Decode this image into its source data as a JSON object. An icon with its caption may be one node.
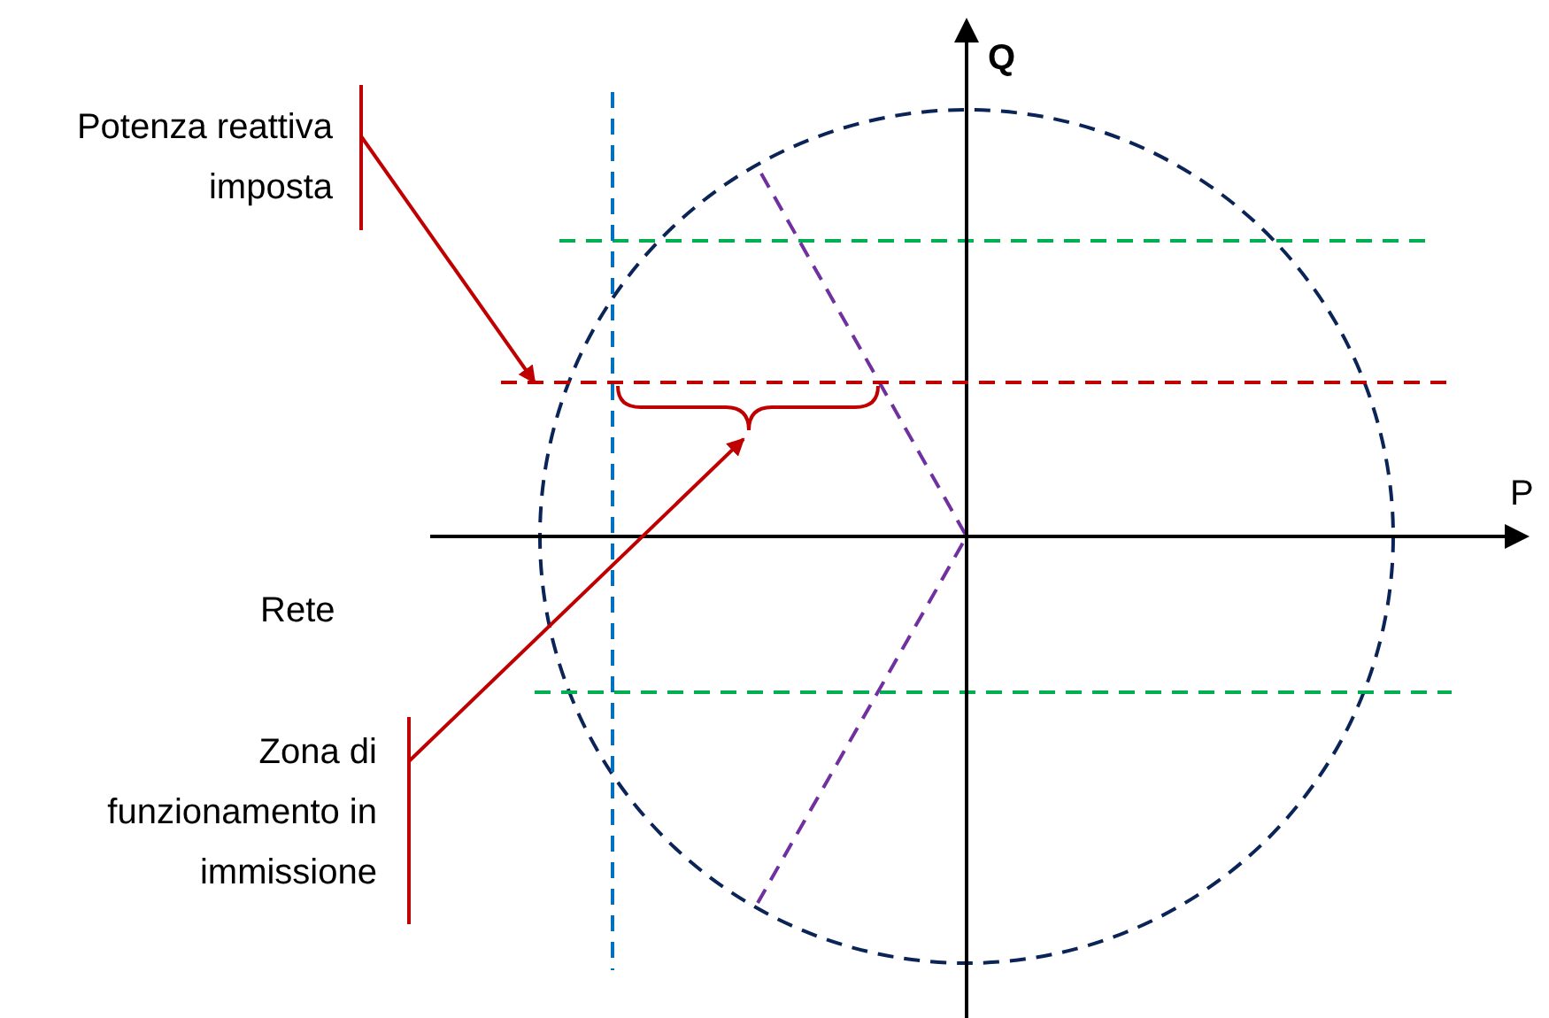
{
  "diagram": {
    "nodes": [
      {
        "text": [
          "Potenza reattiva imposta"
        ]
      },
      {
        "text": [],
        "shape": "line"
      },
      {
        "text": [
          "Zona di funzionamento in immissione"
        ]
      },
      {
        "text": [],
        "shape": "bracket"
      }
    ],
    "edges": [
      {
        "from": 0,
        "to": 1,
        "arrow": "to"
      },
      {
        "from": 2,
        "to": 3,
        "arrow": "to"
      }
    ],
    "labels": [
      "Q",
      "P",
      "Rete"
    ]
  }
}
